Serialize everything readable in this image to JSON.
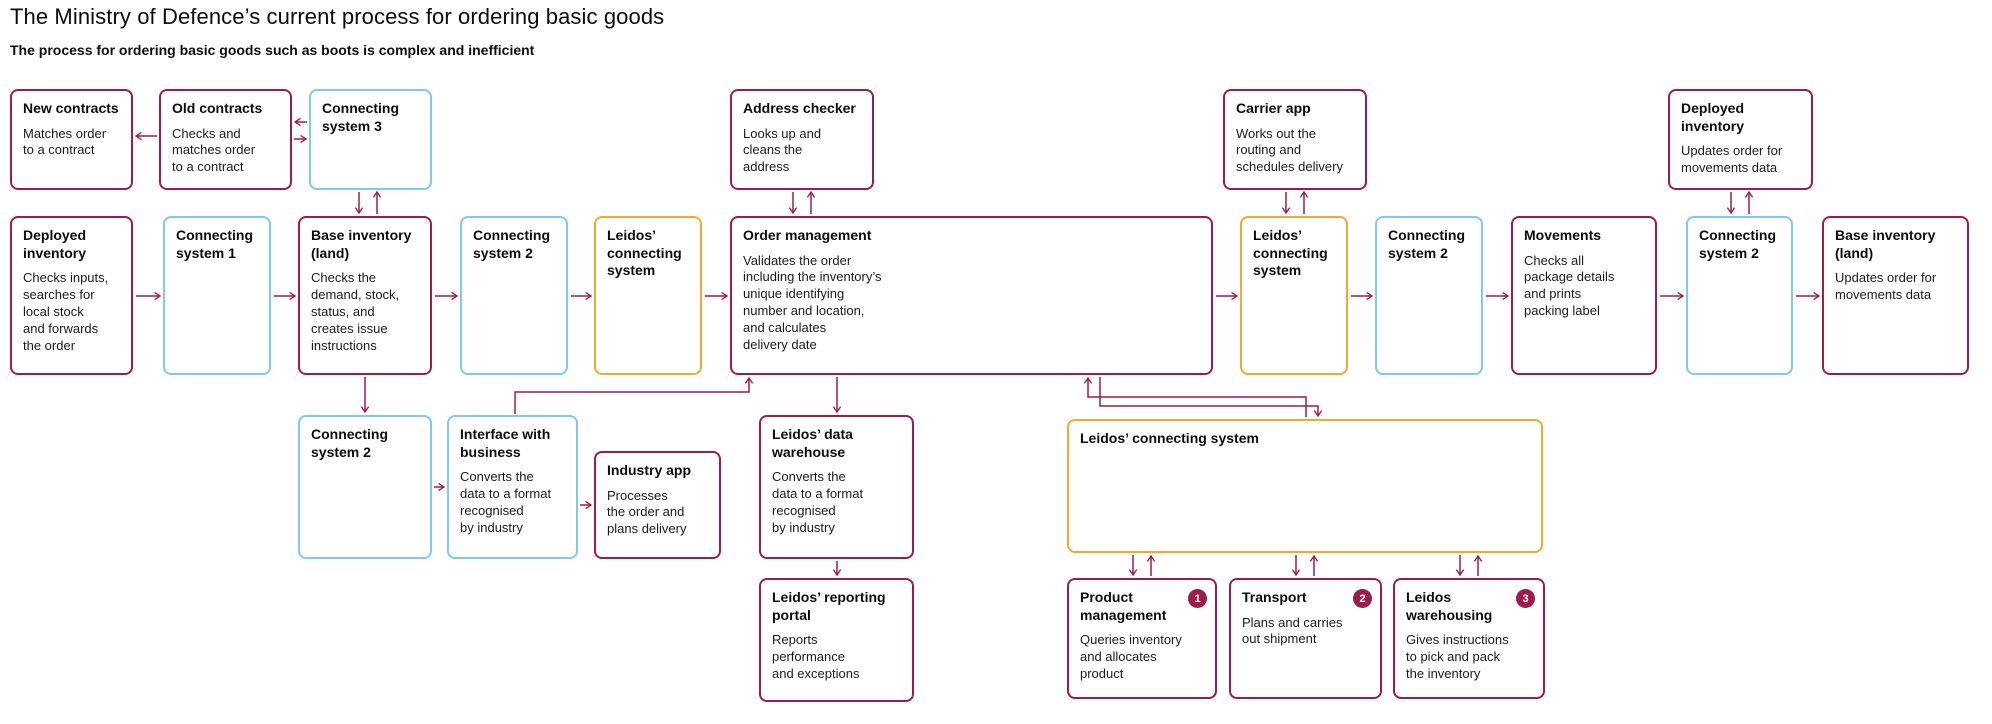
{
  "page": {
    "title": "The Ministry of Defence’s current process for ordering basic goods",
    "subtitle": "The process for ordering basic goods such as boots is complex and inefficient"
  },
  "colors": {
    "crimson": "#9B1C4D",
    "blue": "#7FC9EE",
    "yellow": "#F2A92E"
  },
  "boxes": {
    "new_contracts": {
      "title": "New contracts",
      "body": "Matches order\nto a contract"
    },
    "old_contracts": {
      "title": "Old contracts",
      "body": "Checks and\nmatches order\nto a contract"
    },
    "connecting_system_3": {
      "title": "Connecting\nsystem 3",
      "body": ""
    },
    "address_checker": {
      "title": "Address checker",
      "body": "Looks up and\ncleans the\naddress"
    },
    "carrier_app": {
      "title": "Carrier app",
      "body": "Works out the\nrouting and\nschedules delivery"
    },
    "deployed_inventory_top": {
      "title": "Deployed\ninventory",
      "body": "Updates order for\nmovements data"
    },
    "deployed_inventory_left": {
      "title": "Deployed\ninventory",
      "body": "Checks inputs,\nsearches for\nlocal stock\nand forwards\nthe order"
    },
    "connecting_system_1": {
      "title": "Connecting\nsystem 1",
      "body": ""
    },
    "connecting_system_2": {
      "title": "Connecting\nsystem 2",
      "body": ""
    },
    "base_inventory_land_1": {
      "title": "Base inventory\n(land)",
      "body": "Checks the\ndemand, stock,\nstatus, and\ncreates issue\ninstructions"
    },
    "leidos_connecting_system": {
      "title": "Leidos’\nconnecting\nsystem",
      "body": ""
    },
    "order_management": {
      "title": "Order management",
      "body": "Validates the order\nincluding the inventory’s\nunique identifying\nnumber and location,\nand calculates\ndelivery date"
    },
    "movements": {
      "title": "Movements",
      "body": "Checks all\npackage details\nand prints\npacking label"
    },
    "base_inventory_land_2": {
      "title": "Base inventory\n(land)",
      "body": "Updates order for\nmovements data"
    },
    "interface_with_business": {
      "title": "Interface with\nbusiness",
      "body": "Converts the\ndata to a format\nrecognised\nby industry"
    },
    "industry_app": {
      "title": "Industry app",
      "body": "Processes\nthe order and\nplans delivery"
    },
    "leidos_data_warehouse": {
      "title": "Leidos’ data\nwarehouse",
      "body": "Converts the\ndata to a format\nrecognised\nby industry"
    },
    "leidos_connecting_system_big": {
      "title": "Leidos’ connecting system",
      "body": ""
    },
    "leidos_reporting_portal": {
      "title": "Leidos’ reporting\nportal",
      "body": "Reports\nperformance\nand exceptions"
    },
    "product_management": {
      "title": "Product\nmanagement",
      "body": "Queries inventory\nand allocates\nproduct",
      "badge": "1"
    },
    "transport": {
      "title": "Transport",
      "body": "Plans and carries\nout shipment",
      "badge": "2"
    },
    "leidos_warehousing": {
      "title": "Leidos\nwarehousing",
      "body": "Gives instructions\nto pick and pack\nthe inventory",
      "badge": "3"
    }
  }
}
